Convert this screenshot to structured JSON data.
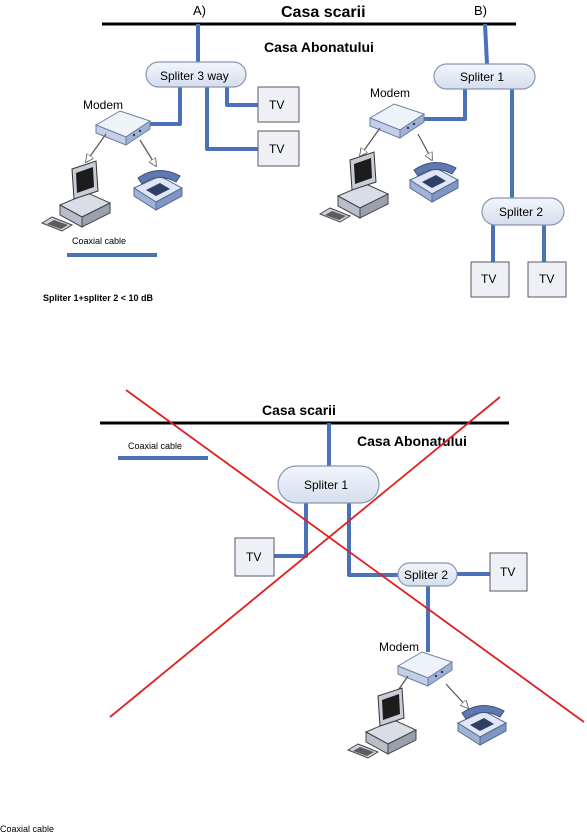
{
  "top_diagram": {
    "label_a": "A)",
    "label_b": "B)",
    "staircase_title": "Casa scarii",
    "subscriber_title": "Casa Abonatului",
    "splitter_3way": "Spliter  3 way",
    "splitter_1": "Spliter 1",
    "splitter_2": "Spliter 2",
    "modem_label_a": "Modem",
    "modem_label_b": "Modem",
    "tv_labels": [
      "TV",
      "TV",
      "TV",
      "TV"
    ],
    "legend_label": "Coaxial cable",
    "note": "Spliter 1+spliter 2 < 10 dB"
  },
  "bottom_diagram": {
    "staircase_title": "Casa scarii",
    "subscriber_title": "Casa Abonatului",
    "legend_label": "Coaxial cable",
    "splitter_1": "Spliter  1",
    "splitter_2": "Spliter 2",
    "modem_label": "Modem",
    "tv_labels": [
      "TV",
      "TV"
    ],
    "cross_color": "#e31e1e"
  },
  "footer_label": "Coaxial cable",
  "colors": {
    "cable": "#4a72b8",
    "splitter_fill": "#e6ebf5",
    "splitter_stroke": "#8a96b0",
    "box_fill": "#eef0f5",
    "box_stroke": "#555a66",
    "cross": "#e31e1e"
  }
}
